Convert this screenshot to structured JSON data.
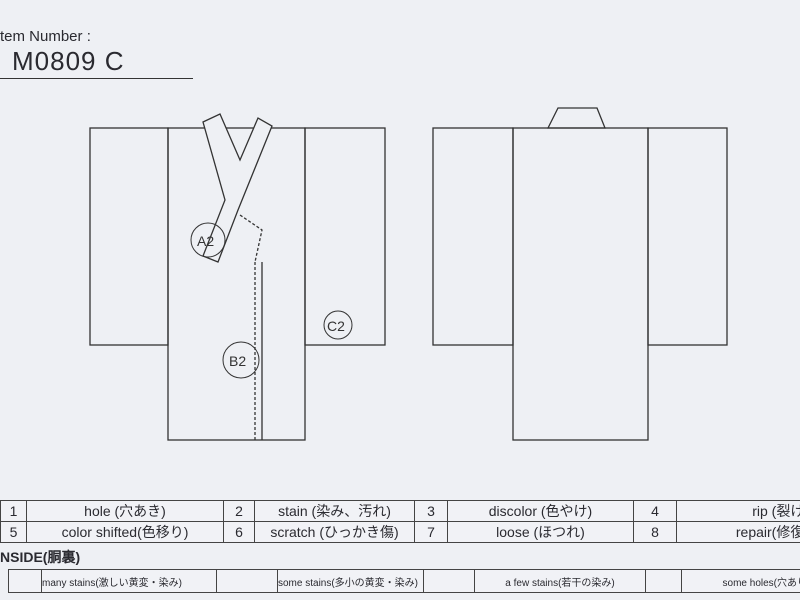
{
  "header": {
    "label": "tem Number :",
    "item_number": "M0809   C"
  },
  "marks": {
    "a": "A2",
    "b": "B2",
    "c": "C2"
  },
  "legend": [
    [
      {
        "n": "1",
        "t": "hole (穴あき)"
      },
      {
        "n": "2",
        "t": "stain (染み、汚れ)"
      },
      {
        "n": "3",
        "t": "discolor (色やけ)"
      },
      {
        "n": "4",
        "t": "rip (裂け)"
      }
    ],
    [
      {
        "n": "5",
        "t": "color shifted(色移り)"
      },
      {
        "n": "6",
        "t": "scratch (ひっかき傷)"
      },
      {
        "n": "7",
        "t": "loose (ほつれ)"
      },
      {
        "n": "8",
        "t": "repair(修復)"
      }
    ]
  ],
  "inside": {
    "title": "NSIDE(胴裏)",
    "options": [
      "many stains(激しい黄変・染み)",
      "some stains(多小の黄変・染み)",
      "a few stains(若干の染み)",
      "some holes(穴あり"
    ]
  }
}
